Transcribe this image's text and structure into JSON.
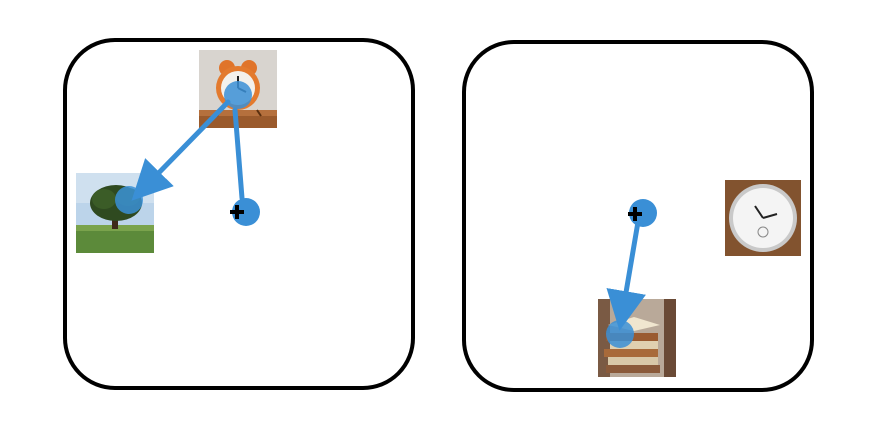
{
  "colors": {
    "background": "#ffffff",
    "panel_border": "#000000",
    "marker": "#3a8fd6",
    "cross": "#000000"
  },
  "icons": {
    "start": "plus-cross-icon",
    "left_top": "alarm-clock-image",
    "left_side": "tree-image",
    "right_side": "wall-clock-image",
    "right_bottom": "book-stack-image"
  },
  "panels": [
    {
      "name": "left",
      "images": [
        "alarm-clock",
        "tree"
      ],
      "path": [
        "start",
        "alarm-clock",
        "tree"
      ]
    },
    {
      "name": "right",
      "images": [
        "wall-clock",
        "books"
      ],
      "path": [
        "start",
        "books"
      ]
    }
  ]
}
